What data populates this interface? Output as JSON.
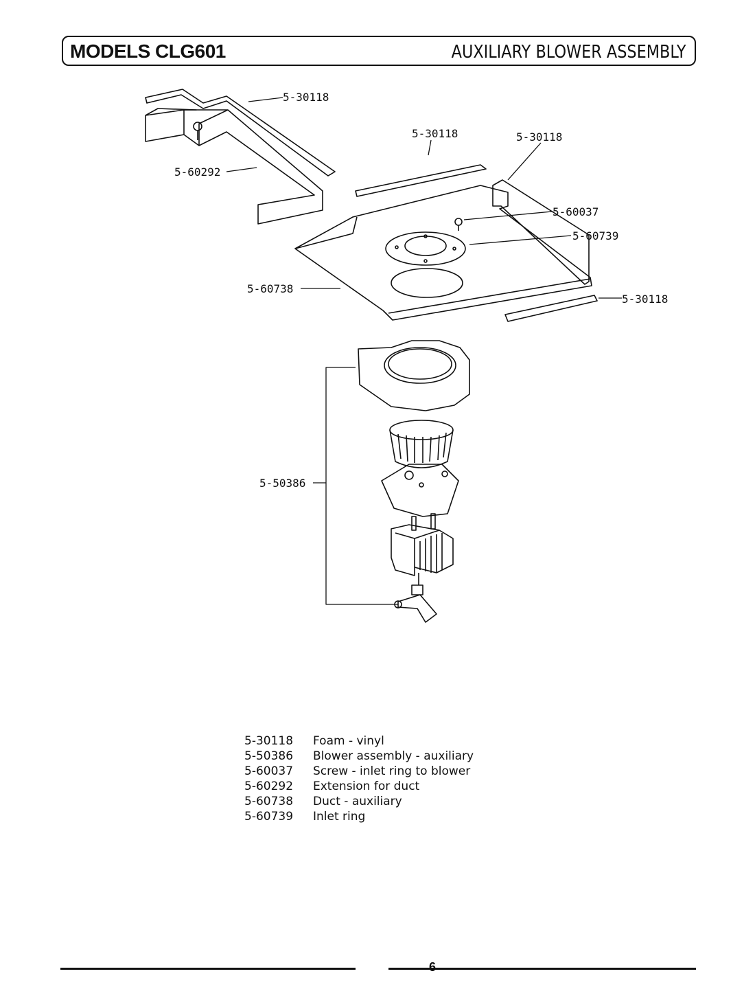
{
  "header": {
    "model_title": "MODELS CLG601",
    "section_title": "AUXILIARY BLOWER ASSEMBLY"
  },
  "callouts": {
    "foam_top_left": "5-30118",
    "foam_center_top": "5-30118",
    "foam_right_top": "5-30118",
    "foam_right_bottom": "5-30118",
    "extension": "5-60292",
    "screw": "5-60037",
    "inlet_ring": "5-60739",
    "duct": "5-60738",
    "blower_assembly": "5-50386"
  },
  "parts_list": [
    {
      "part": "5-30118",
      "description": "Foam - vinyl"
    },
    {
      "part": "5-50386",
      "description": "Blower assembly - auxiliary"
    },
    {
      "part": "5-60037",
      "description": "Screw - inlet ring to blower"
    },
    {
      "part": "5-60292",
      "description": "Extension for duct"
    },
    {
      "part": "5-60738",
      "description": "Duct - auxiliary"
    },
    {
      "part": "5-60739",
      "description": "Inlet ring"
    }
  ],
  "footer": {
    "page_number": "6"
  }
}
